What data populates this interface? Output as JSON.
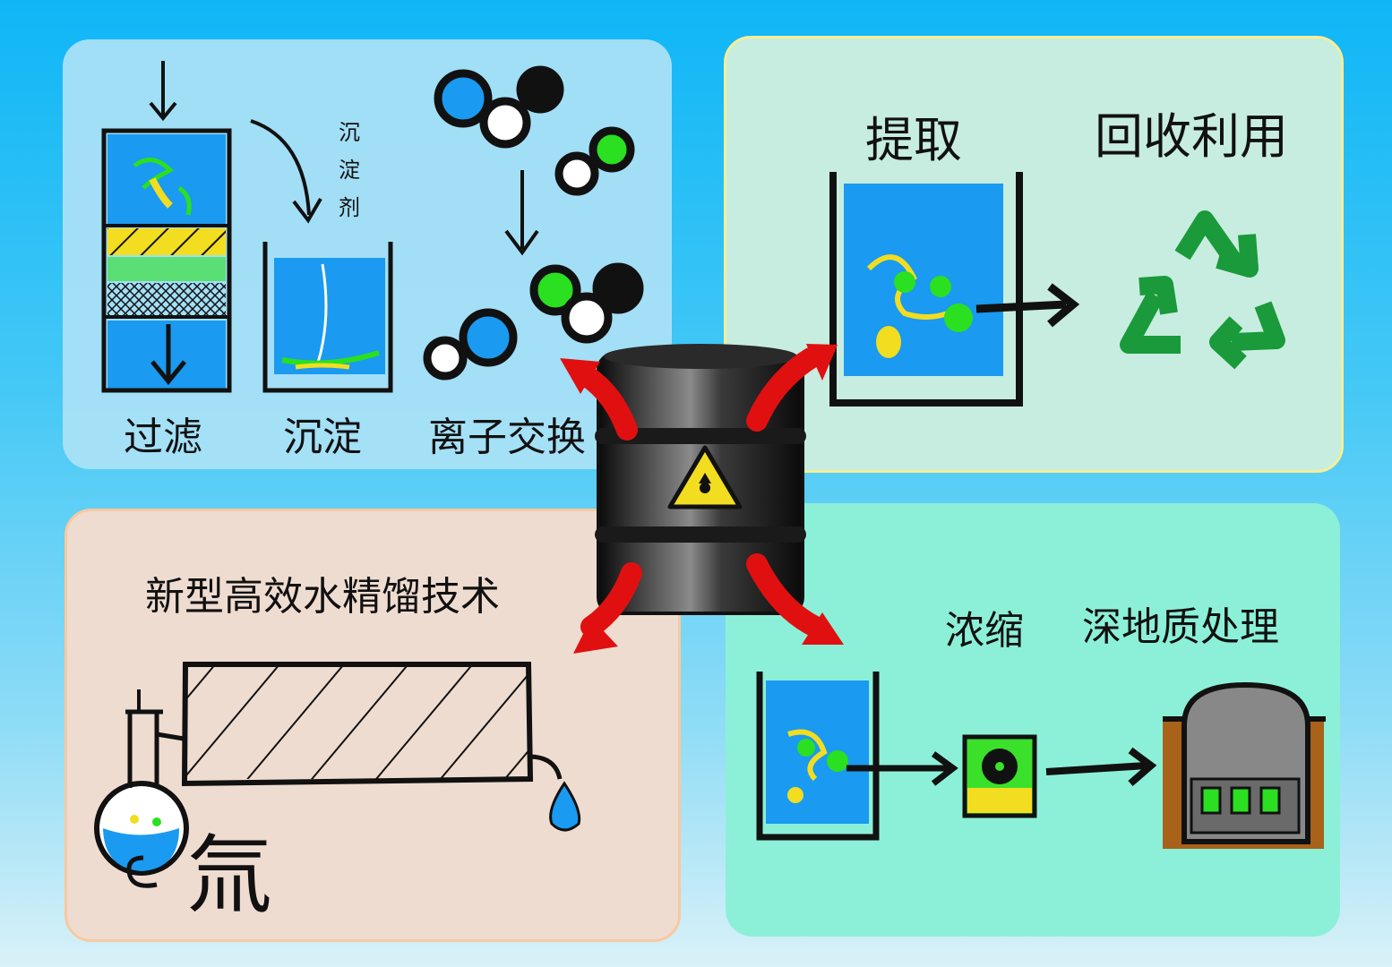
{
  "panels": {
    "top_left": {
      "labels": {
        "filtration": "过滤",
        "sedimentation": "沉淀",
        "ion_exchange": "离子交换",
        "precipitant_1": "沉",
        "precipitant_2": "淀",
        "precipitant_3": "剂"
      }
    },
    "top_right": {
      "labels": {
        "extraction": "提取",
        "recycling": "回收利用"
      }
    },
    "bottom_left": {
      "labels": {
        "title": "新型高效水精馏技术",
        "gas": "氚"
      }
    },
    "bottom_right": {
      "labels": {
        "concentrate": "浓缩",
        "geological": "深地质处理"
      }
    }
  },
  "colors": {
    "water": "#1a9af0",
    "arrow_red": "#e01010",
    "recycle_green": "#1a9a3a",
    "hazard_yellow": "#f2dd20",
    "barrel_dark": "#1a1a1a"
  },
  "icons": [
    "radioactive-barrel-icon",
    "recycle-icon",
    "radiation-container-icon",
    "underground-repository-icon",
    "distillation-flask-icon",
    "water-drop-icon"
  ]
}
